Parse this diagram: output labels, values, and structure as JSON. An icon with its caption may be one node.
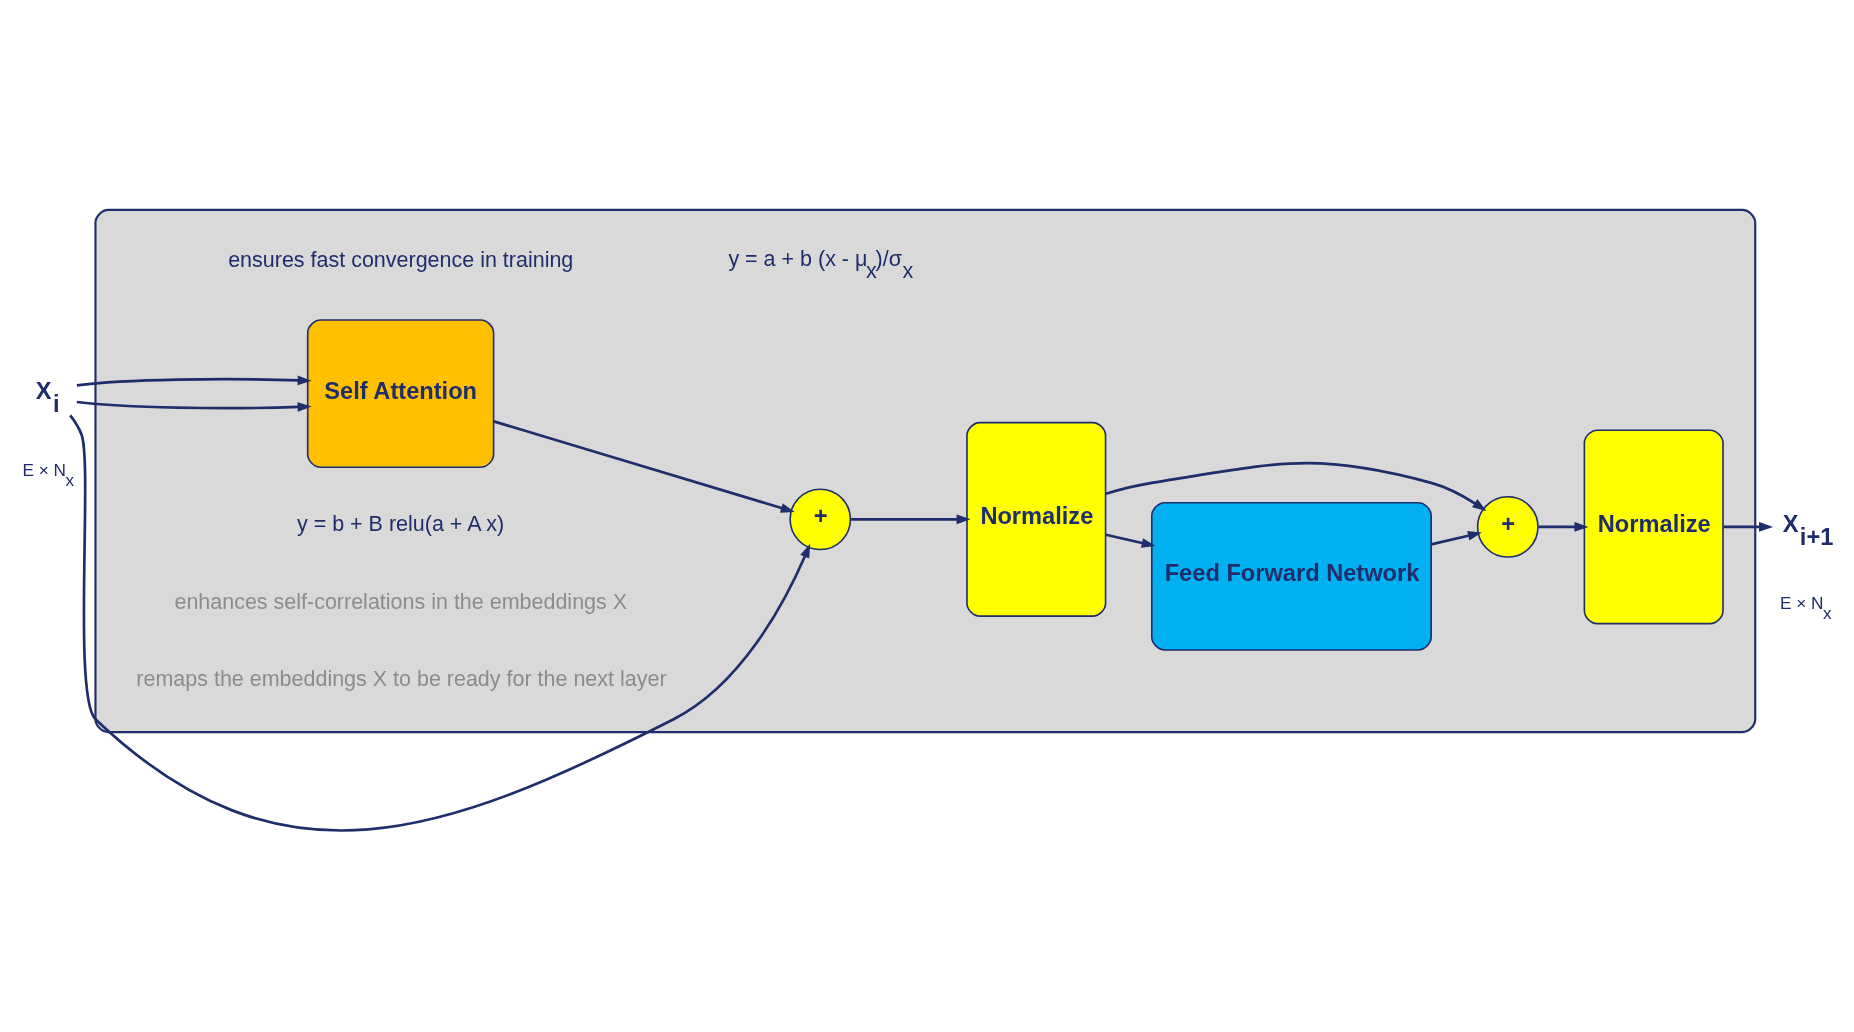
{
  "diagram": {
    "nodes": [
      {
        "text": [],
        "shape": "box"
      },
      {
        "text": [
          "X$_{i}$"
        ]
      },
      {
        "text": [
          "Self Attention"
        ],
        "in": 0
      },
      {
        "text": [
          "+"
        ],
        "in": 0
      },
      {
        "text": [
          "Normalize"
        ],
        "in": 0
      },
      {
        "text": [
          "Feed Forward Network"
        ],
        "in": 0
      },
      {
        "text": [
          "+"
        ],
        "in": 0
      },
      {
        "text": [
          "Normalize"
        ],
        "in": 0
      },
      {
        "text": [
          "X$_{i+1}$"
        ]
      }
    ],
    "edges": [
      {
        "from": 1,
        "to": 3,
        "arrow": "to"
      },
      {
        "from": 1,
        "to": 2,
        "arrow": "to"
      },
      {
        "from": 1,
        "to": 2,
        "arrow": "to"
      },
      {
        "from": 2,
        "to": 3,
        "arrow": "to"
      },
      {
        "from": 3,
        "to": 4,
        "arrow": "to"
      },
      {
        "from": 4,
        "to": 6,
        "arrow": "to"
      },
      {
        "from": 4,
        "to": 5,
        "arrow": "to"
      },
      {
        "from": 5,
        "to": 6,
        "arrow": "to"
      },
      {
        "from": 6,
        "to": 7,
        "arrow": "to"
      },
      {
        "from": 7,
        "to": 8,
        "arrow": "to"
      }
    ],
    "labels": [
      "ensures fast convergence in training",
      "y = a + b (x - μ$_{x}$)/σ$_{x}$",
      "E × N$_{x}$",
      "E × N$_{x}$",
      "y = b + B relu(a + A x)",
      "enhances self-correlations in the embeddings X",
      "remaps the embeddings X to be ready for the next layer"
    ]
  }
}
